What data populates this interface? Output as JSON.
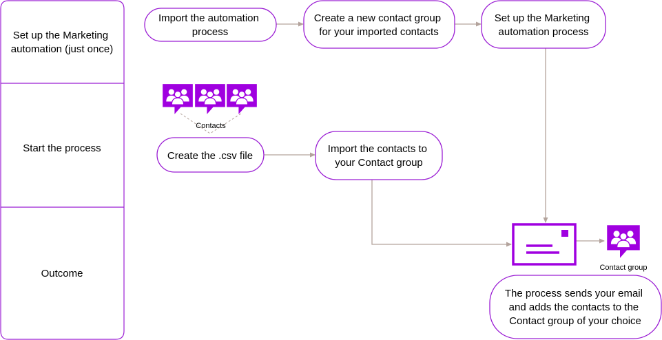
{
  "colors": {
    "accent": "#a000e0",
    "node_border": "#9b1ed4",
    "connector": "#b3a39c",
    "lane_border": "#9b1ed4",
    "text": "#000000"
  },
  "lanes": [
    {
      "lines": [
        "Set up the Marketing",
        "automation (just once)"
      ]
    },
    {
      "lines": [
        "Start the process"
      ]
    },
    {
      "lines": [
        "Outcome"
      ]
    }
  ],
  "nodes": {
    "import_automation": {
      "lines": [
        "Import the automation",
        "process"
      ]
    },
    "create_group": {
      "lines": [
        "Create a new contact group",
        "for your imported contacts"
      ]
    },
    "setup_marketing": {
      "lines": [
        "Set up the Marketing",
        "automation process"
      ]
    },
    "create_csv": {
      "lines": [
        "Create the .csv file"
      ]
    },
    "import_contacts": {
      "lines": [
        "Import the contacts to",
        "your Contact group"
      ]
    },
    "outcome": {
      "lines": [
        "The process sends your email",
        "and adds the contacts to the",
        "Contact group of your choice"
      ]
    }
  },
  "icons": {
    "contacts_label": "Contacts",
    "contact_group_label": "Contact group",
    "contacts_icon": "group-chat-bubble-icon",
    "email_icon": "envelope-icon"
  }
}
